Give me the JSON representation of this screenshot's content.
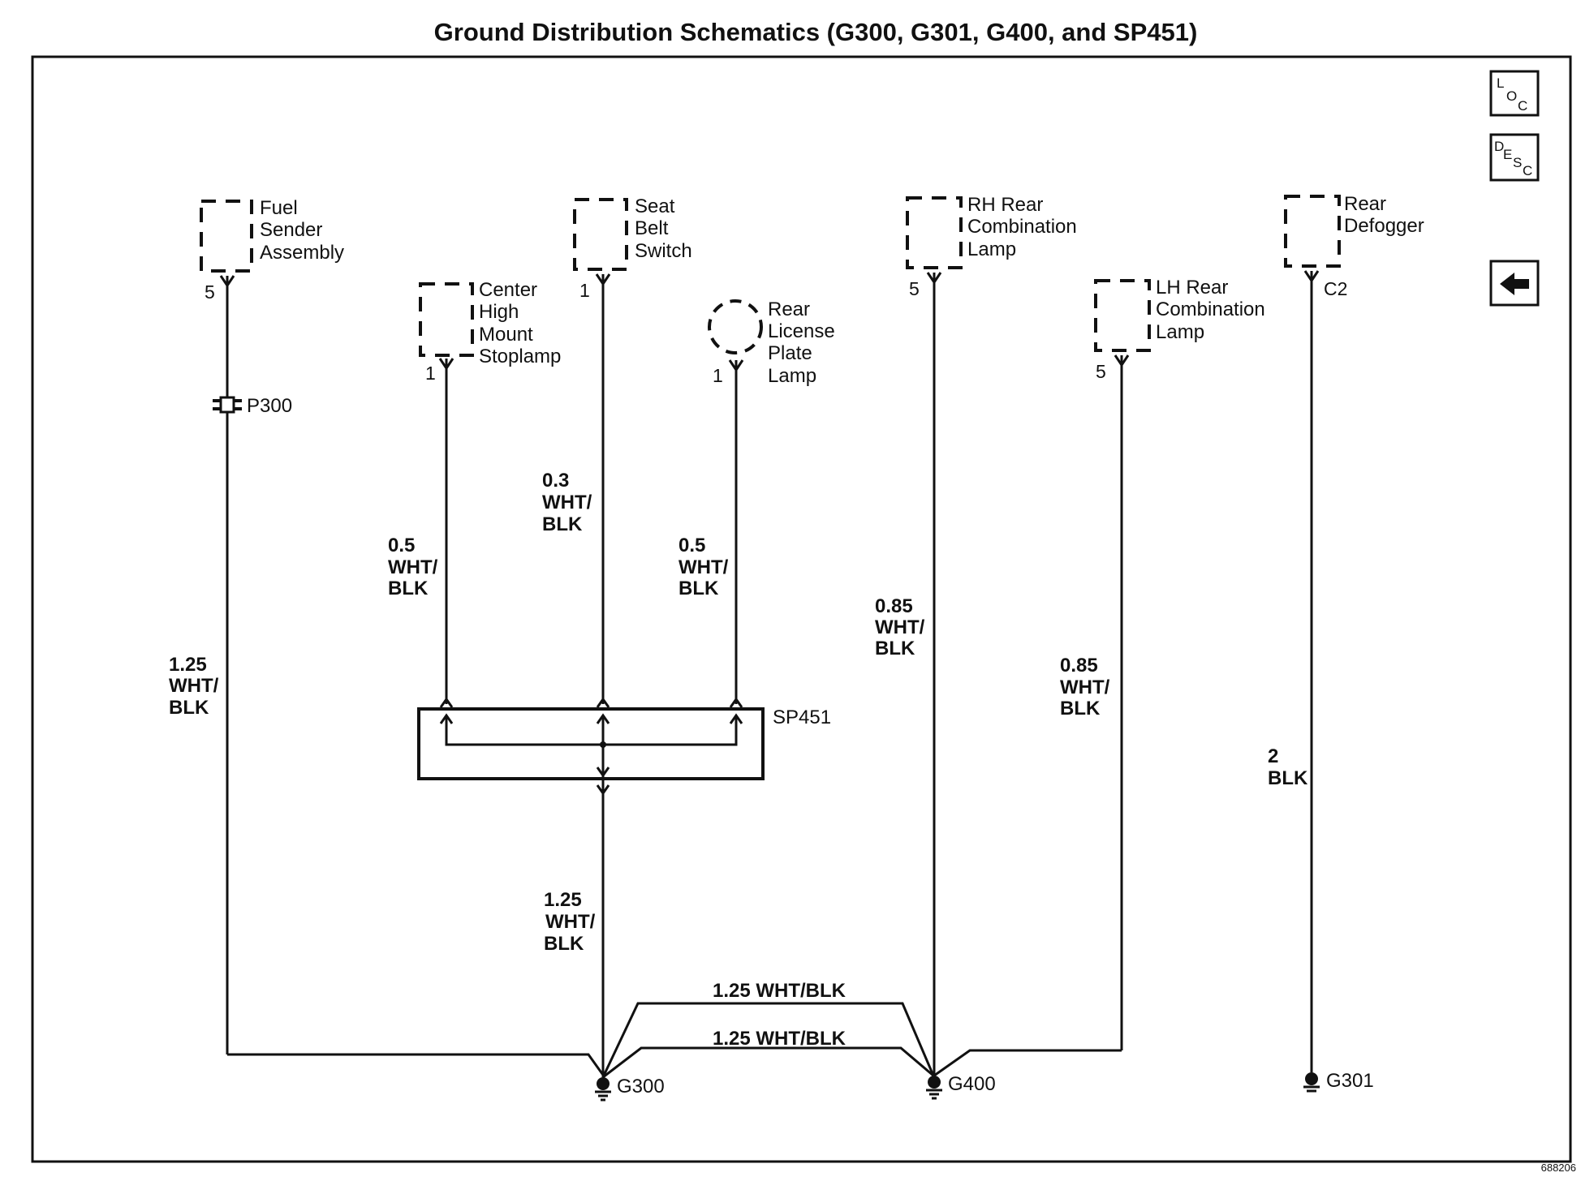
{
  "title": "Ground Distribution Schematics (G300, G301, G400, and SP451)",
  "doc_number": "688206",
  "nav_icons": {
    "loc": [
      "L",
      "O",
      "C"
    ],
    "desc": [
      "D",
      "E",
      "S",
      "C"
    ],
    "back_icon": "left-arrow-icon"
  },
  "components": {
    "fuel_sender": {
      "lines": [
        "Fuel",
        "Sender",
        "Assembly"
      ],
      "pin": "5"
    },
    "chmsl": {
      "lines": [
        "Center",
        "High",
        "Mount",
        "Stoplamp"
      ],
      "pin": "1"
    },
    "seat_belt": {
      "lines": [
        "Seat",
        "Belt",
        "Switch"
      ],
      "pin": "1"
    },
    "license_lamp": {
      "lines": [
        "Rear",
        "License",
        "Plate",
        "Lamp"
      ],
      "pin": "1"
    },
    "rh_comb": {
      "lines": [
        "RH Rear",
        "Combination",
        "Lamp"
      ],
      "pin": "5"
    },
    "lh_comb": {
      "lines": [
        "LH Rear",
        "Combination",
        "Lamp"
      ],
      "pin": "5"
    },
    "defogger": {
      "lines": [
        "Rear",
        "Defogger"
      ],
      "pin": "C2"
    }
  },
  "connector_p300": "P300",
  "splice": "SP451",
  "grounds": {
    "g300": "G300",
    "g400": "G400",
    "g301": "G301"
  },
  "wires": {
    "fuel": [
      "1.25",
      "WHT/",
      "BLK"
    ],
    "chmsl": [
      "0.5",
      "WHT/",
      "BLK"
    ],
    "seat": [
      "0.3",
      "WHT/",
      "BLK"
    ],
    "license": [
      "0.5",
      "WHT/",
      "BLK"
    ],
    "splice_out": [
      "1.25",
      "WHT/",
      "BLK"
    ],
    "rh": [
      "0.85",
      "WHT/",
      "BLK"
    ],
    "lh": [
      "0.85",
      "WHT/",
      "BLK"
    ],
    "defog": [
      "2",
      "BLK"
    ],
    "link_upper": "1.25 WHT/BLK",
    "link_lower": "1.25 WHT/BLK"
  }
}
